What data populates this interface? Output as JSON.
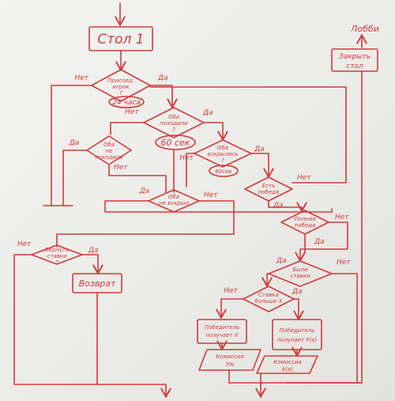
{
  "title": "Стол 1",
  "lobby": "Лобби",
  "close_table": {
    "line1": "Закрыть",
    "line2": "стол"
  },
  "d1": {
    "q1": "Присоед.",
    "q2": "игрок",
    "q3": "?",
    "yes": "Да",
    "no": "Нет",
    "timer": "24 часа"
  },
  "d2": {
    "q1": "Оба",
    "q2": "походили",
    "q3": "?",
    "yes": "Да",
    "no": "Нет",
    "timer": "60 сек"
  },
  "d3": {
    "q1": "Оба",
    "q2": "не",
    "q3": "походили",
    "yes": "Да",
    "no": "Нет"
  },
  "d4": {
    "q1": "Оба",
    "q2": "вскрылись",
    "q3": "?",
    "yes": "Да",
    "no": "Нет",
    "timer": "60сек"
  },
  "d5": {
    "q1": "Есть",
    "q2": "победа",
    "yes": "Да",
    "no": "Нет"
  },
  "d6": {
    "q1": "Оба",
    "q2": "не вскрыл",
    "yes": "Да",
    "no": "Нет"
  },
  "d7": {
    "q1": "Полная",
    "q2": "победа",
    "yes": "Да",
    "no": "Нет"
  },
  "d8": {
    "q1": "Вернуть",
    "q2": "ставки",
    "q3": "?",
    "yes": "Да",
    "no": "Нет"
  },
  "refund_box": "Возврат",
  "d9": {
    "q1": "Были",
    "q2": "ставки",
    "yes": "Да",
    "no": "Нет"
  },
  "d10": {
    "q1": "Ставка",
    "q2": "больше X",
    "yes": "Да",
    "no": "Нет"
  },
  "win_x": {
    "line1": "Победитель",
    "line2": "получает X"
  },
  "win_fx": {
    "line1": "Победитель",
    "line2": "получает F(x)"
  },
  "comm_pct": {
    "line1": "Комиссия",
    "line2": "3%"
  },
  "comm_fx": {
    "line1": "Комиссия",
    "line2": "k(x)"
  }
}
